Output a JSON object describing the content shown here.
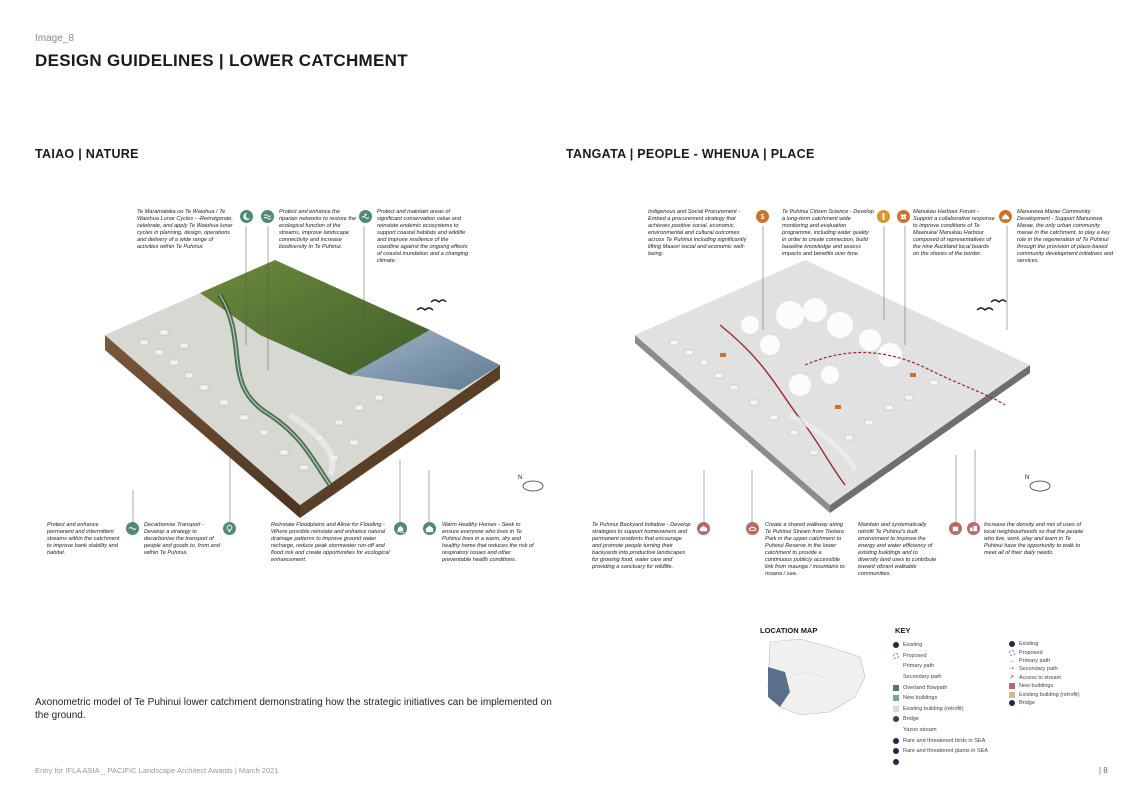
{
  "page": {
    "image_label": "Image_8",
    "title": "DESIGN GUIDELINES | LOWER CATCHMENT",
    "caption": "Axonometric model of Te Puhinui lower catchment demonstrating how the strategic initiatives can be implemented on the ground.",
    "footer": "Entry for IFLA ASIA _ PACIFIC  Landscape Architect Awards | March 2021",
    "page_number": "| 8"
  },
  "left": {
    "title": "TAIAO | NATURE",
    "top_notes": [
      "Te Maramataka oo Te Waiohua / Te Waiohua Lunar Cycles - -Reinvigorate, celebrate, and apply Te Waiohua lunar cycles in planning, design, operations and delivery of a wide range of activities within Te Puhinui.",
      "Protect and enhance the riparian networks to restore the ecological function of the streams, improve landscape connectivity and increase biodiversity in Te Puhinui.",
      "Protect and maintain areas of significant conservation value and reinstate endemic ecosystems to support coastal habitats and wildlife and improve resilience of the coastline against the ongoing effects of coastal inundation and a changing climate."
    ],
    "bottom_notes": [
      "Protect and enhance permanent and intermittent streams within the catchment to improve bank stability and habitat.",
      "Decarbonise Transport - Develop a strategy to decarbonise the transport of people and goods to, from and within Te Puhinui.",
      "Reinstate Floodplains and Allow for Flooding - Where possible reinstate and enhance natural drainage patterns to improve ground water recharge, reduce peak stormwater run-off and flood risk and create opportunities for ecological enhancement.",
      "Warm Healthy Homes - Seek to ensure everyone who lives in Te Puhinui lives in a warm, dry and healthy home that reduces the risk of respiratory issues and other preventable health conditions."
    ],
    "north": "N"
  },
  "right": {
    "title": "TANGATA | PEOPLE - WHENUA | PLACE",
    "top_notes": [
      "Indigenous and Social Procurement - Embed a procurement strategy that achieves positive social, economic, environmental and cultural outcomes across Te Puhinui including significantly lifting Maaori social and economic well-being.",
      "Te Puhinui Citizen Science - Develop a long-term catchment wide monitoring and evaluation programme, including water quality in order to create connection, build baseline knowledge and assess impacts and benefits over time.",
      "Manukau Harbour Forum - Support a collaborative response to improve conditions of Te Maanuka/ Manukau Harbour composed of representatives of the nine Auckland local boards on the shores of the border.",
      "Manurewa Marae Community Development - Support Manurewa Marae, the only urban community marae in the catchment, to play a key role in the regeneration of Te Puhinui through the provision of place-based community development initiatives and services."
    ],
    "bottom_notes": [
      "Te Puhinui Backyard Initiative - Develop strategies to support homeowners and permanent residents that encourage and promote people turning their backyards into productive landscapes for growing food, water care and providing a sanctuary for wildlife.",
      "Create a shared walkway along Te Puhinui Stream from Tootara Park in the upper catchment to Puhinui Reserve in the lower catchment to provide a continuous publicly accessible link from maunga / mountains to moana / sea.",
      "Maintain and systematically retrofit Te Puhinui's built environment to improve the energy and water efficiency of existing buildings and to diversify land uses to contribute toward vibrant walkable communities.",
      "Increase the density and mix of uses of local neighbourhoods so that the people who live, work, play and learn in Te Puhinui have the opportunity to walk to meet all of their daily needs."
    ],
    "north": "N"
  },
  "location_map": {
    "title": "LOCATION MAP"
  },
  "key": {
    "title": "KEY",
    "col1": [
      "Existing",
      "Proposed",
      "Primary path",
      "Secondary path",
      "Overland flowpath",
      "New buildings",
      "Existing building (retrofit)",
      "Bridge",
      "Yazoo stream",
      "Rare and threatened birds in SEA",
      "Rare and threatened plants in SEA"
    ],
    "col2": [
      "Existing",
      "Proposed",
      "Primary path",
      "Secondary path",
      "Access to stream",
      "New buildings",
      "Existing building (retrofit)",
      "Bridge"
    ]
  },
  "colors": {
    "green_icon": "#4f8a73",
    "orange_icon": "#c9722d",
    "red_icon": "#b86a6a",
    "path_red": "#9b2a2a"
  }
}
